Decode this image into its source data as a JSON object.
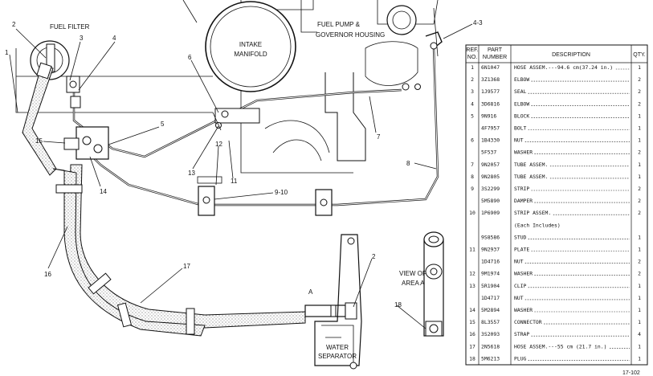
{
  "labels": {
    "fuel_filter": "FUEL FILTER",
    "intake_manifold_1": "INTAKE",
    "intake_manifold_2": "MANIFOLD",
    "fuel_pump_1": "FUEL PUMP &",
    "fuel_pump_2": "GOVERNOR HOUSING",
    "view_of_area_1": "VIEW OF",
    "view_of_area_2": "AREA A",
    "area_a": "A",
    "water_separator_1": "WATER",
    "water_separator_2": "SEPARATOR",
    "page_ref": "17-102"
  },
  "callouts": [
    "1",
    "2",
    "3",
    "4",
    "5",
    "6",
    "7",
    "8",
    "9-10",
    "11",
    "12",
    "13",
    "14",
    "15",
    "16",
    "17",
    "18",
    "2",
    "4-3"
  ],
  "parts_table": {
    "headers": [
      "REF. NO.",
      "PART NUMBER",
      "DESCRIPTION",
      "QTY."
    ],
    "rows": [
      [
        "1",
        "6N1047",
        "HOSE ASSEM.---94.6 cm(37.24 in.)",
        "1"
      ],
      [
        "2",
        "3Z1368",
        "ELBOW",
        "2"
      ],
      [
        "3",
        "1J9577",
        "SEAL",
        "2"
      ],
      [
        "4",
        "3D6816",
        "ELBOW",
        "2"
      ],
      [
        "5",
        "9N916",
        "BLOCK",
        "1"
      ],
      [
        "",
        "4F7957",
        "BOLT",
        "1"
      ],
      [
        "6",
        "1B4330",
        "NUT",
        "1"
      ],
      [
        "",
        "5F537",
        "WASHER",
        "2"
      ],
      [
        "7",
        "9N2057",
        "TUBE ASSEM.",
        "1"
      ],
      [
        "8",
        "9N2805",
        "TUBE ASSEM.",
        "1"
      ],
      [
        "9",
        "3S2299",
        "STRIP",
        "2"
      ],
      [
        "",
        "5M5890",
        "DAMPER",
        "2"
      ],
      [
        "10",
        "1P6909",
        "STRIP ASSEM.",
        "2"
      ],
      [
        "",
        "",
        "(Each Includes)",
        ""
      ],
      [
        "",
        "9S8586",
        "STUD",
        "1"
      ],
      [
        "11",
        "9N2937",
        "PLATE",
        "1"
      ],
      [
        "",
        "1D4716",
        "NUT",
        "2"
      ],
      [
        "12",
        "9M1974",
        "WASHER",
        "2"
      ],
      [
        "13",
        "5R1904",
        "CLIP",
        "1"
      ],
      [
        "",
        "1D4717",
        "NUT",
        "1"
      ],
      [
        "14",
        "5M2894",
        "WASHER",
        "1"
      ],
      [
        "15",
        "8L3557",
        "CONNECTOR",
        "1"
      ],
      [
        "16",
        "3S2093",
        "STRAP",
        "4"
      ],
      [
        "17",
        "2N5618",
        "HOSE ASSEM.---55 cm (21.7 in.)",
        "1"
      ],
      [
        "18",
        "5M6213",
        "PLUG",
        "1"
      ]
    ]
  }
}
